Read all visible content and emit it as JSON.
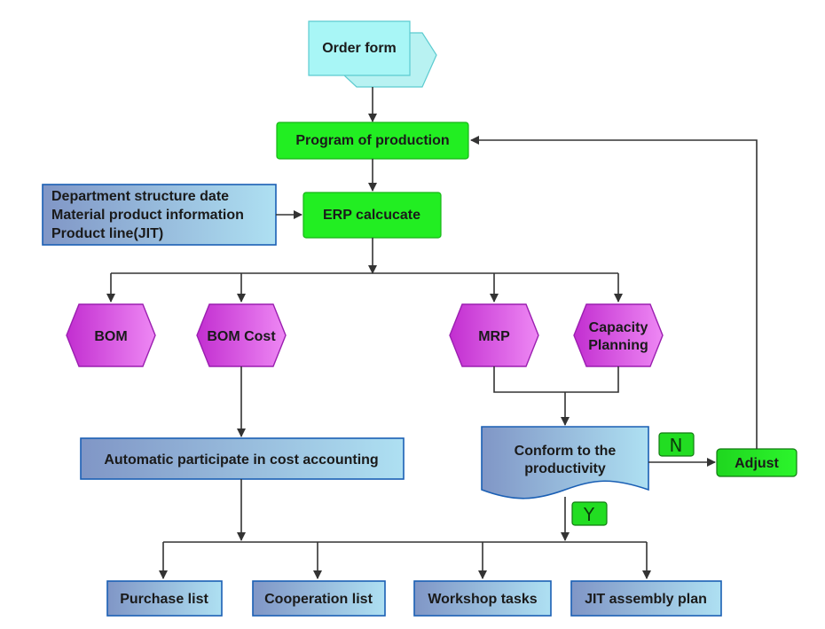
{
  "diagram": {
    "order_form": "Order form",
    "program_of_production": "Program of production",
    "erp_calculate": "ERP calcucate",
    "info_box": {
      "line1": "Department structure date",
      "line2": "Material product information",
      "line3": "Product line(JIT)"
    },
    "bom": "BOM",
    "bom_cost": "BOM Cost",
    "mrp": "MRP",
    "capacity_planning": {
      "line1": "Capacity",
      "line2": "Planning"
    },
    "cost_accounting": "Automatic participate in cost accounting",
    "conform": {
      "line1": "Conform to the",
      "line2": "productivity"
    },
    "adjust": "Adjust",
    "no_label": "N",
    "yes_label": "Y",
    "outputs": {
      "purchase_list": "Purchase list",
      "cooperation_list": "Cooperation list",
      "workshop_tasks": "Workshop tasks",
      "jit_assembly_plan": "JIT assembly plan"
    }
  },
  "colors": {
    "green": "#22ee22",
    "green_dark": "#16b816",
    "cyan": "#a8f6f6",
    "magenta": "#cc44dd",
    "blue_grad_start": "#7e96c8",
    "blue_grad_end": "#a8dcef"
  }
}
